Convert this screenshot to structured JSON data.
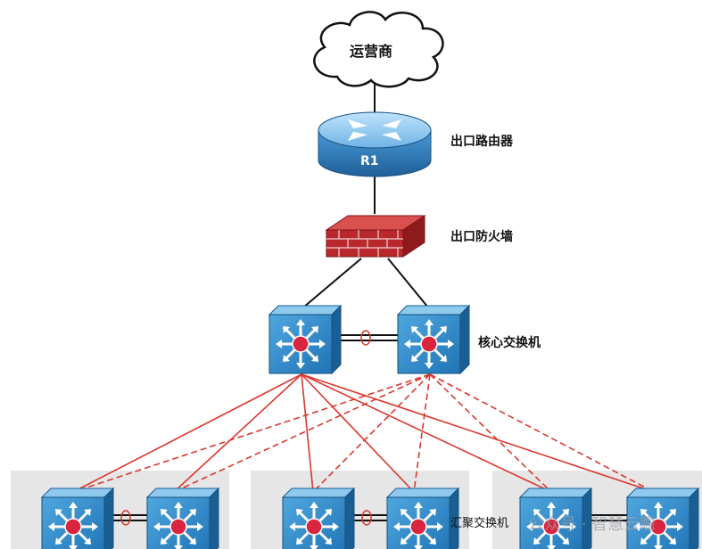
{
  "cloud": {
    "label": "运营商"
  },
  "router": {
    "name": "R1",
    "label": "出口路由器"
  },
  "firewall": {
    "label": "出口防火墙"
  },
  "core": {
    "label": "核心交换机"
  },
  "aggregation": {
    "label": "汇聚交换机"
  },
  "watermark": {
    "text": "公众号 · 智慧云瞻"
  },
  "colors": {
    "switch_face": "#2b8ac9",
    "switch_top": "#8fc9ee",
    "switch_side": "#1a5f94",
    "router_body": "#3f8fce",
    "firewall": "#b8282c",
    "link_red": "#d9382f",
    "group_bg": "#e6e6e6"
  }
}
